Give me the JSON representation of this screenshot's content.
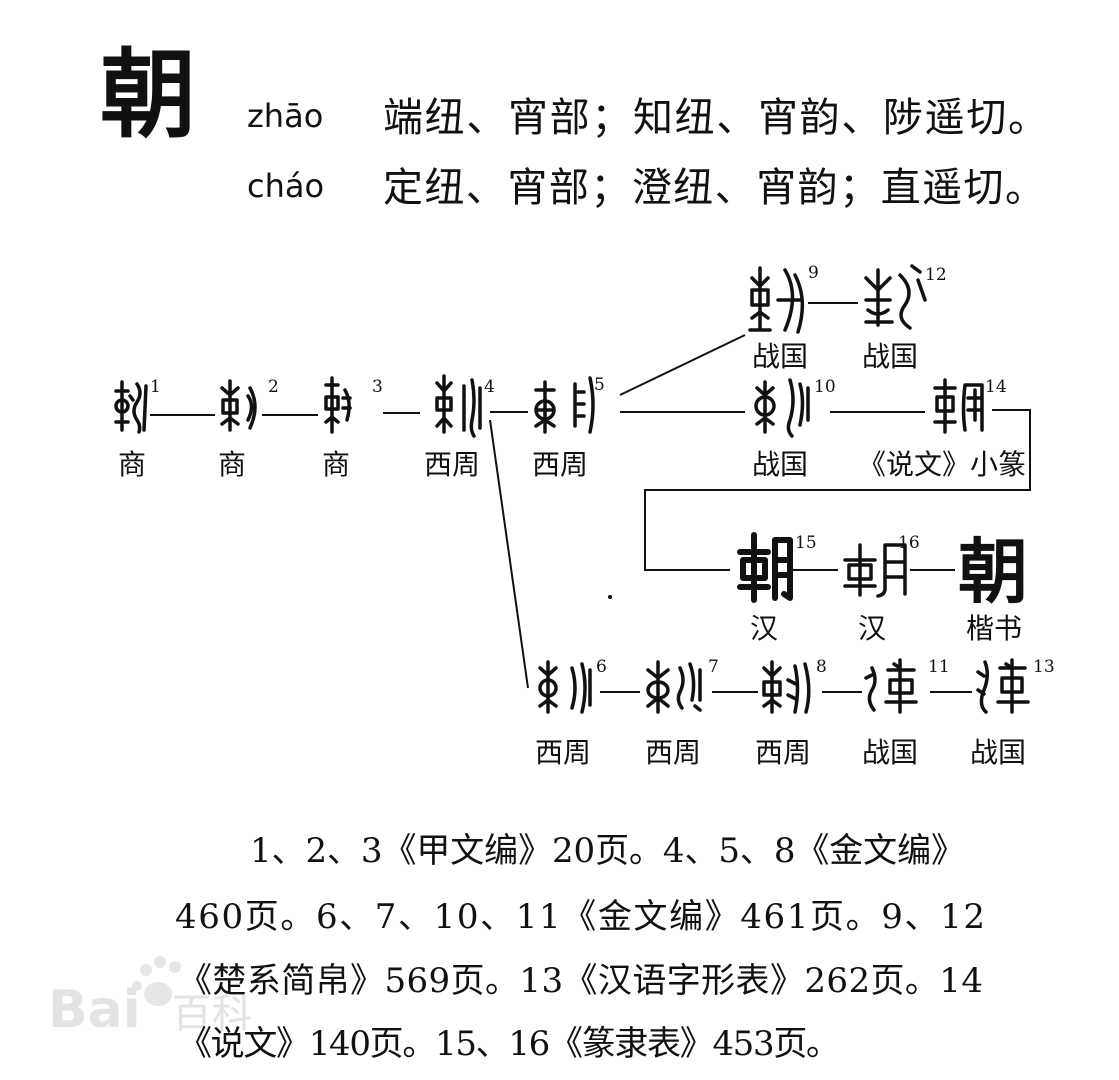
{
  "header": {
    "character": "朝",
    "readings": [
      {
        "pinyin": "zhāo",
        "phonology": "端纽、宵部；知纽、宵韵、陟遥切。"
      },
      {
        "pinyin": "cháo",
        "phonology": "定纽、宵部；澄纽、宵韵；直遥切。"
      }
    ]
  },
  "diagram": {
    "forms": [
      {
        "number": "1",
        "period": "商"
      },
      {
        "number": "2",
        "period": "商"
      },
      {
        "number": "3",
        "period": "商"
      },
      {
        "number": "4",
        "period": "西周"
      },
      {
        "number": "5",
        "period": "西周"
      },
      {
        "number": "6",
        "period": "西周"
      },
      {
        "number": "7",
        "period": "西周"
      },
      {
        "number": "8",
        "period": "西周"
      },
      {
        "number": "9",
        "period": "战国"
      },
      {
        "number": "10",
        "period": "战国"
      },
      {
        "number": "11",
        "period": "战国"
      },
      {
        "number": "12",
        "period": "战国"
      },
      {
        "number": "13",
        "period": "战国"
      },
      {
        "number": "14",
        "period": "《说文》小篆"
      },
      {
        "number": "15",
        "period": "汉"
      },
      {
        "number": "16",
        "period": "汉"
      }
    ],
    "kaishu": {
      "glyph": "朝",
      "label": "楷书"
    }
  },
  "sources": [
    "1、2、3《甲文编》20页。4、5、8《金文编》",
    "460页。6、7、10、11《金文编》461页。9、12",
    "《楚系简帛》569页。13《汉语字形表》262页。14",
    "《说文》140页。15、16《篆隶表》453页。"
  ],
  "watermark": {
    "brand_latin": "Bai",
    "brand_cn": "百科",
    "icon": "paw-icon"
  }
}
